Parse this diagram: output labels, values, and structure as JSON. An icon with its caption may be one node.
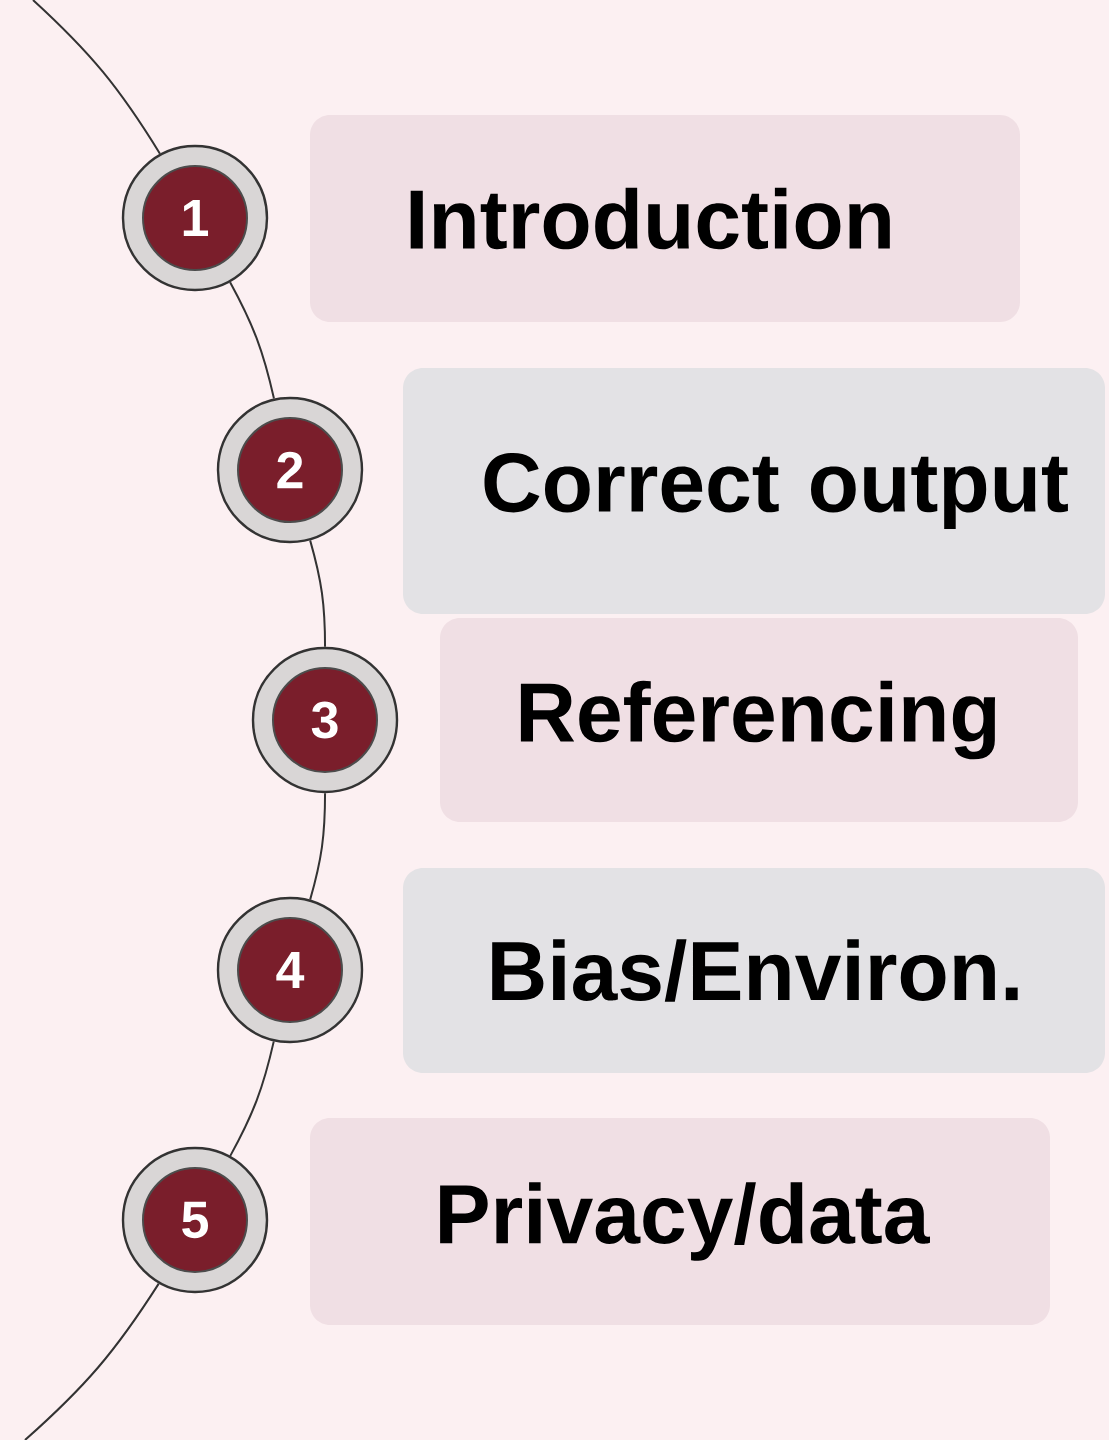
{
  "diagram": {
    "nodes": [
      {
        "text": [
          "1"
        ]
      },
      {
        "text": [
          "Introduction"
        ]
      },
      {
        "text": [
          "2"
        ]
      },
      {
        "text": [
          "Correct output"
        ]
      },
      {
        "text": [
          "3"
        ]
      },
      {
        "text": [
          "Referencing"
        ]
      },
      {
        "text": [
          "4"
        ]
      },
      {
        "text": [
          "Bias/Environ."
        ]
      },
      {
        "text": [
          "5"
        ]
      },
      {
        "text": [
          "Privacy/data"
        ]
      }
    ],
    "edges": [
      {
        "from": null,
        "to": 0,
        "arrow": "none"
      },
      {
        "from": 0,
        "to": 2,
        "arrow": "none"
      },
      {
        "from": 2,
        "to": 4,
        "arrow": "none"
      },
      {
        "from": 4,
        "to": 6,
        "arrow": "none"
      },
      {
        "from": 6,
        "to": 8,
        "arrow": "none"
      },
      {
        "from": 8,
        "to": null,
        "arrow": "none"
      }
    ]
  }
}
